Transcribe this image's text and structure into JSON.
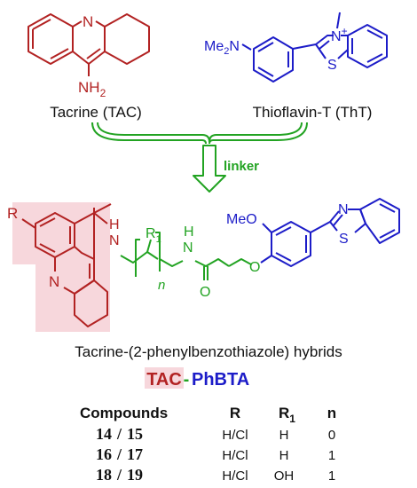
{
  "tacrine": {
    "name": "Tacrine (TAC)",
    "atom_n": "N",
    "atom_nh2": "NH",
    "atom_nh2_sub": "2"
  },
  "thioflavin": {
    "name": "Thioflavin-T (ThT)",
    "atom_me2n": "Me",
    "atom_me2n_sub": "2",
    "atom_me2n_n": "N",
    "atom_n_plus": "N",
    "charge": "+",
    "atom_s": "S"
  },
  "linker_label": "linker",
  "hybrid": {
    "atom_r": "R",
    "atom_n": "N",
    "atom_nh_left_h": "H",
    "atom_nh_left_n": "N",
    "atom_r1": "R",
    "atom_r1_sub": "1",
    "atom_n_index": "n",
    "atom_nh_right_h": "H",
    "atom_nh_right_n": "N",
    "atom_o_carbonyl": "O",
    "atom_o_ether": "O",
    "atom_meo": "MeO",
    "atom_btz_n": "N",
    "atom_btz_s": "S",
    "caption": "Tacrine-(2-phenylbenzothiazole) hybrids",
    "tag_tac": "TAC",
    "tag_dash": "-",
    "tag_phbta": "PhBTA"
  },
  "table": {
    "headers": [
      "Compounds",
      "R",
      "R",
      "n"
    ],
    "r1_sub": "1",
    "rows": [
      {
        "a": "14",
        "sep": "/",
        "b": "15",
        "r": "H/Cl",
        "r1": "H",
        "n": "0"
      },
      {
        "a": "16",
        "sep": "/",
        "b": "17",
        "r": "H/Cl",
        "r1": "H",
        "n": "1"
      },
      {
        "a": "18",
        "sep": "/",
        "b": "19",
        "r": "H/Cl",
        "r1": "OH",
        "n": "1"
      }
    ]
  },
  "colors": {
    "tacrine": "#b22222",
    "thioflavin": "#1c1cc8",
    "linker": "#22a322",
    "highlight": "#f7d7dc"
  }
}
